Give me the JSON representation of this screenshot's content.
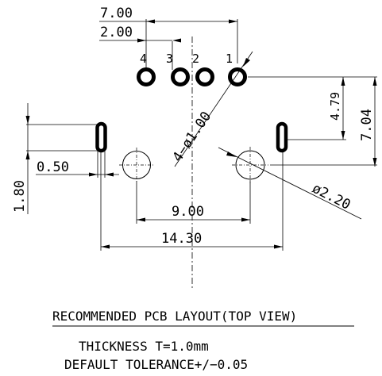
{
  "dimensions": {
    "pitch_total": "7.00",
    "pitch_two": "2.00",
    "pin_row_to_hole": "7.04",
    "slot_to_hole": "4.79",
    "pin_drill": "4−ø1.00",
    "hole_spacing": "9.00",
    "slot_spacing": "14.30",
    "slot_width": "0.50",
    "slot_length": "1.80",
    "hole_drill": "ø2.20"
  },
  "pins": [
    {
      "label": "4",
      "x": 0
    },
    {
      "label": "3",
      "x": 2
    },
    {
      "label": "2",
      "x": 4
    },
    {
      "label": "1",
      "x": 7
    }
  ],
  "notes": {
    "title": "RECOMMENDED  PCB  LAYOUT(TOP  VIEW)",
    "thickness": "THICKNESS  T=1.0mm",
    "tolerance": "DEFAULT  TOLERANCE+/−0.05"
  }
}
